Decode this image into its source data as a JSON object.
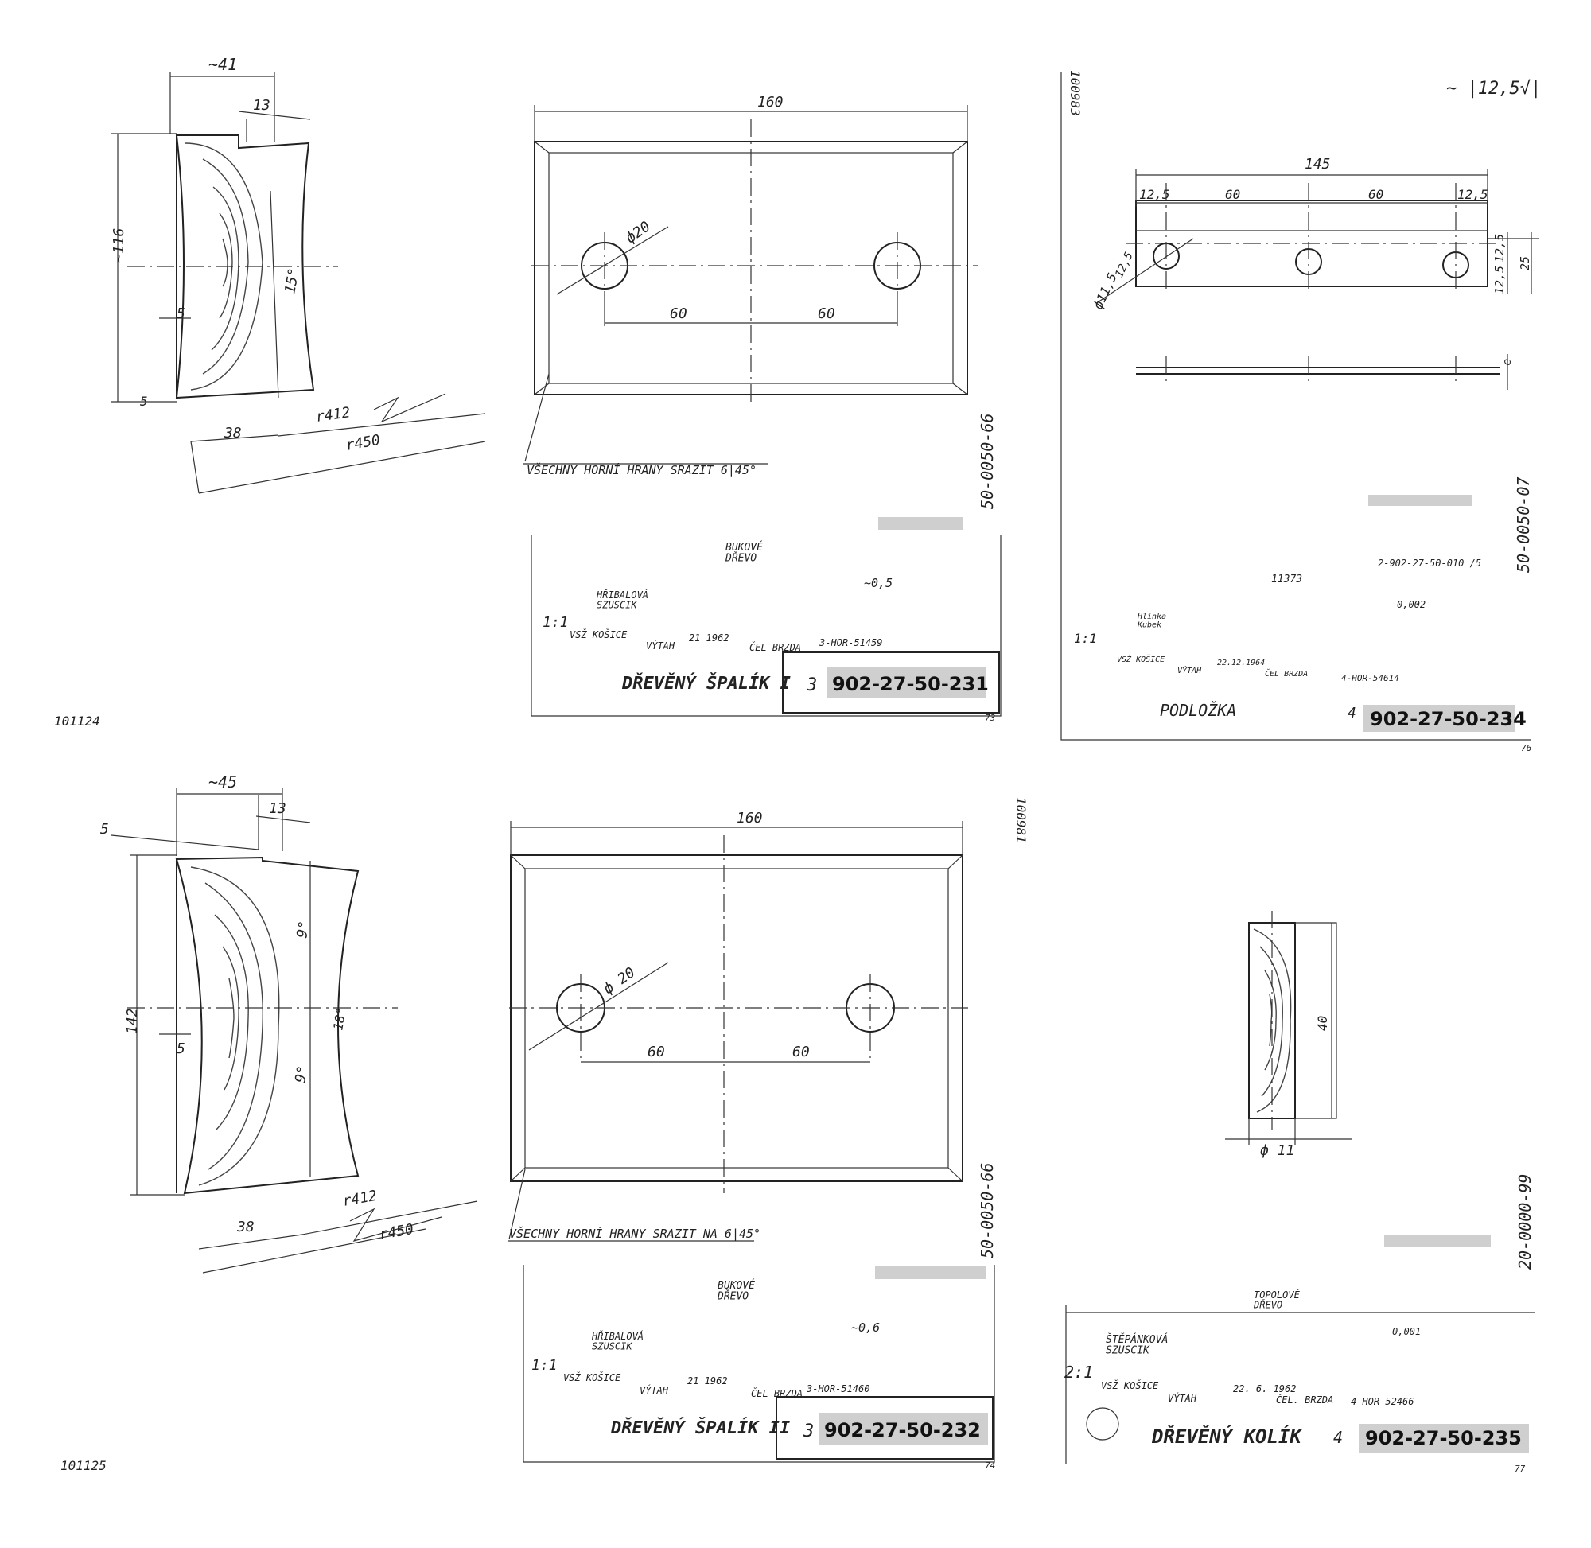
{
  "colors": {
    "ink": "#222222",
    "stamp_gray": "#cfcfcf",
    "paper": "#ffffff"
  },
  "sheets": [
    {
      "id": "spalik-1",
      "archive_no": "101124",
      "side_code": "50-0050-66",
      "page_no": "73",
      "profile_dims": {
        "width": "~41",
        "top_step": "13",
        "height": "~116",
        "angle": "15°",
        "left_step": "5",
        "bottom_step": "5",
        "base": "38",
        "r_inner": "r412",
        "r_outer": "r450"
      },
      "plate_dims": {
        "length": "160",
        "hole": "ф20",
        "pitch_a": "60",
        "pitch_b": "60"
      },
      "note": "VŠECHNY HORNÍ HRANY SRAZIT 6|45°",
      "material": "BUKOVÉ\nDŘEVO",
      "mass": "~0,5",
      "names": "HŘIBALOVÁ\nSZUSCIK",
      "scale": "1:1",
      "org": "VSŽ KOŠICE",
      "dept": "VÝTAH",
      "date": "21 1962",
      "part": "ČEL BRZDA",
      "ref": "3-HOR-51459",
      "title": "DŘEVĚNÝ ŠPALÍK I",
      "format": "3",
      "drawing_no": "902-27-50-231"
    },
    {
      "id": "podlozka",
      "archive_no": "100983",
      "side_code": "50-0050-07",
      "page_no": "76",
      "roughness": "~ |12,5√|",
      "dims": {
        "length": "145",
        "edge_l": "12,5",
        "pitch_a": "60",
        "pitch_b": "60",
        "edge_r": "12,5",
        "h_half_a": "12,5",
        "h_total": "25",
        "h_half_b": "12,5",
        "hole": "ф11,5",
        "hole_off": "12,5",
        "thickness": "e"
      },
      "material": "11373",
      "mass": "0,002",
      "ref_drawing": "2-902-27-50-010 /5",
      "names": "Hlinka\nKubek",
      "scale": "1:1",
      "org": "VSŽ KOŠICE",
      "dept": "VÝTAH",
      "date": "22.12.1964",
      "part": "ČEL BRZDA",
      "ref": "4-HOR-54614",
      "title": "PODLOŽKA",
      "format": "4",
      "drawing_no": "902-27-50-234"
    },
    {
      "id": "spalik-2",
      "archive_no": "101125",
      "side_code": "50-0050-66",
      "page_no": "74",
      "profile_dims": {
        "width": "~45",
        "top_step": "13",
        "height": "142",
        "angle_a": "9°",
        "angle_b": "18°",
        "angle_c": "9°",
        "left_step": "5",
        "top_left": "5",
        "base": "38",
        "r_inner": "r412",
        "r_outer": "r450"
      },
      "plate_dims": {
        "length": "160",
        "hole": "ф 20",
        "pitch_a": "60",
        "pitch_b": "60"
      },
      "note": "VŠECHNY HORNÍ HRANY SRAZIT NA 6|45°",
      "material": "BUKOVÉ\nDŘEVO",
      "mass": "~0,6",
      "names": "HŘIBALOVÁ\nSZUSCIK",
      "scale": "1:1",
      "org": "VSŽ KOŠICE",
      "dept": "VÝTAH",
      "date": "21 1962",
      "part": "ČEL BRZDA",
      "ref": "3-HOR-51460",
      "title": "DŘEVĚNÝ ŠPALÍK II",
      "format": "3",
      "drawing_no": "902-27-50-232"
    },
    {
      "id": "kolik",
      "archive_no": "100981",
      "side_code": "20-0000-99",
      "page_no": "77",
      "dims": {
        "length": "40",
        "dia": "ф 11"
      },
      "material": "TOPOLOVÉ\nDŘEVO",
      "mass": "0,001",
      "names": "ŠTĚPÁNKOVÁ\nSZUSCIK",
      "scale": "2:1",
      "org": "VSŽ KOŠICE",
      "dept": "VÝTAH",
      "date": "22. 6. 1962",
      "part": "ČEL. BRZDA",
      "ref": "4-HOR-52466",
      "title": "DŘEVĚNÝ KOLÍK",
      "format": "4",
      "drawing_no": "902-27-50-235"
    }
  ]
}
